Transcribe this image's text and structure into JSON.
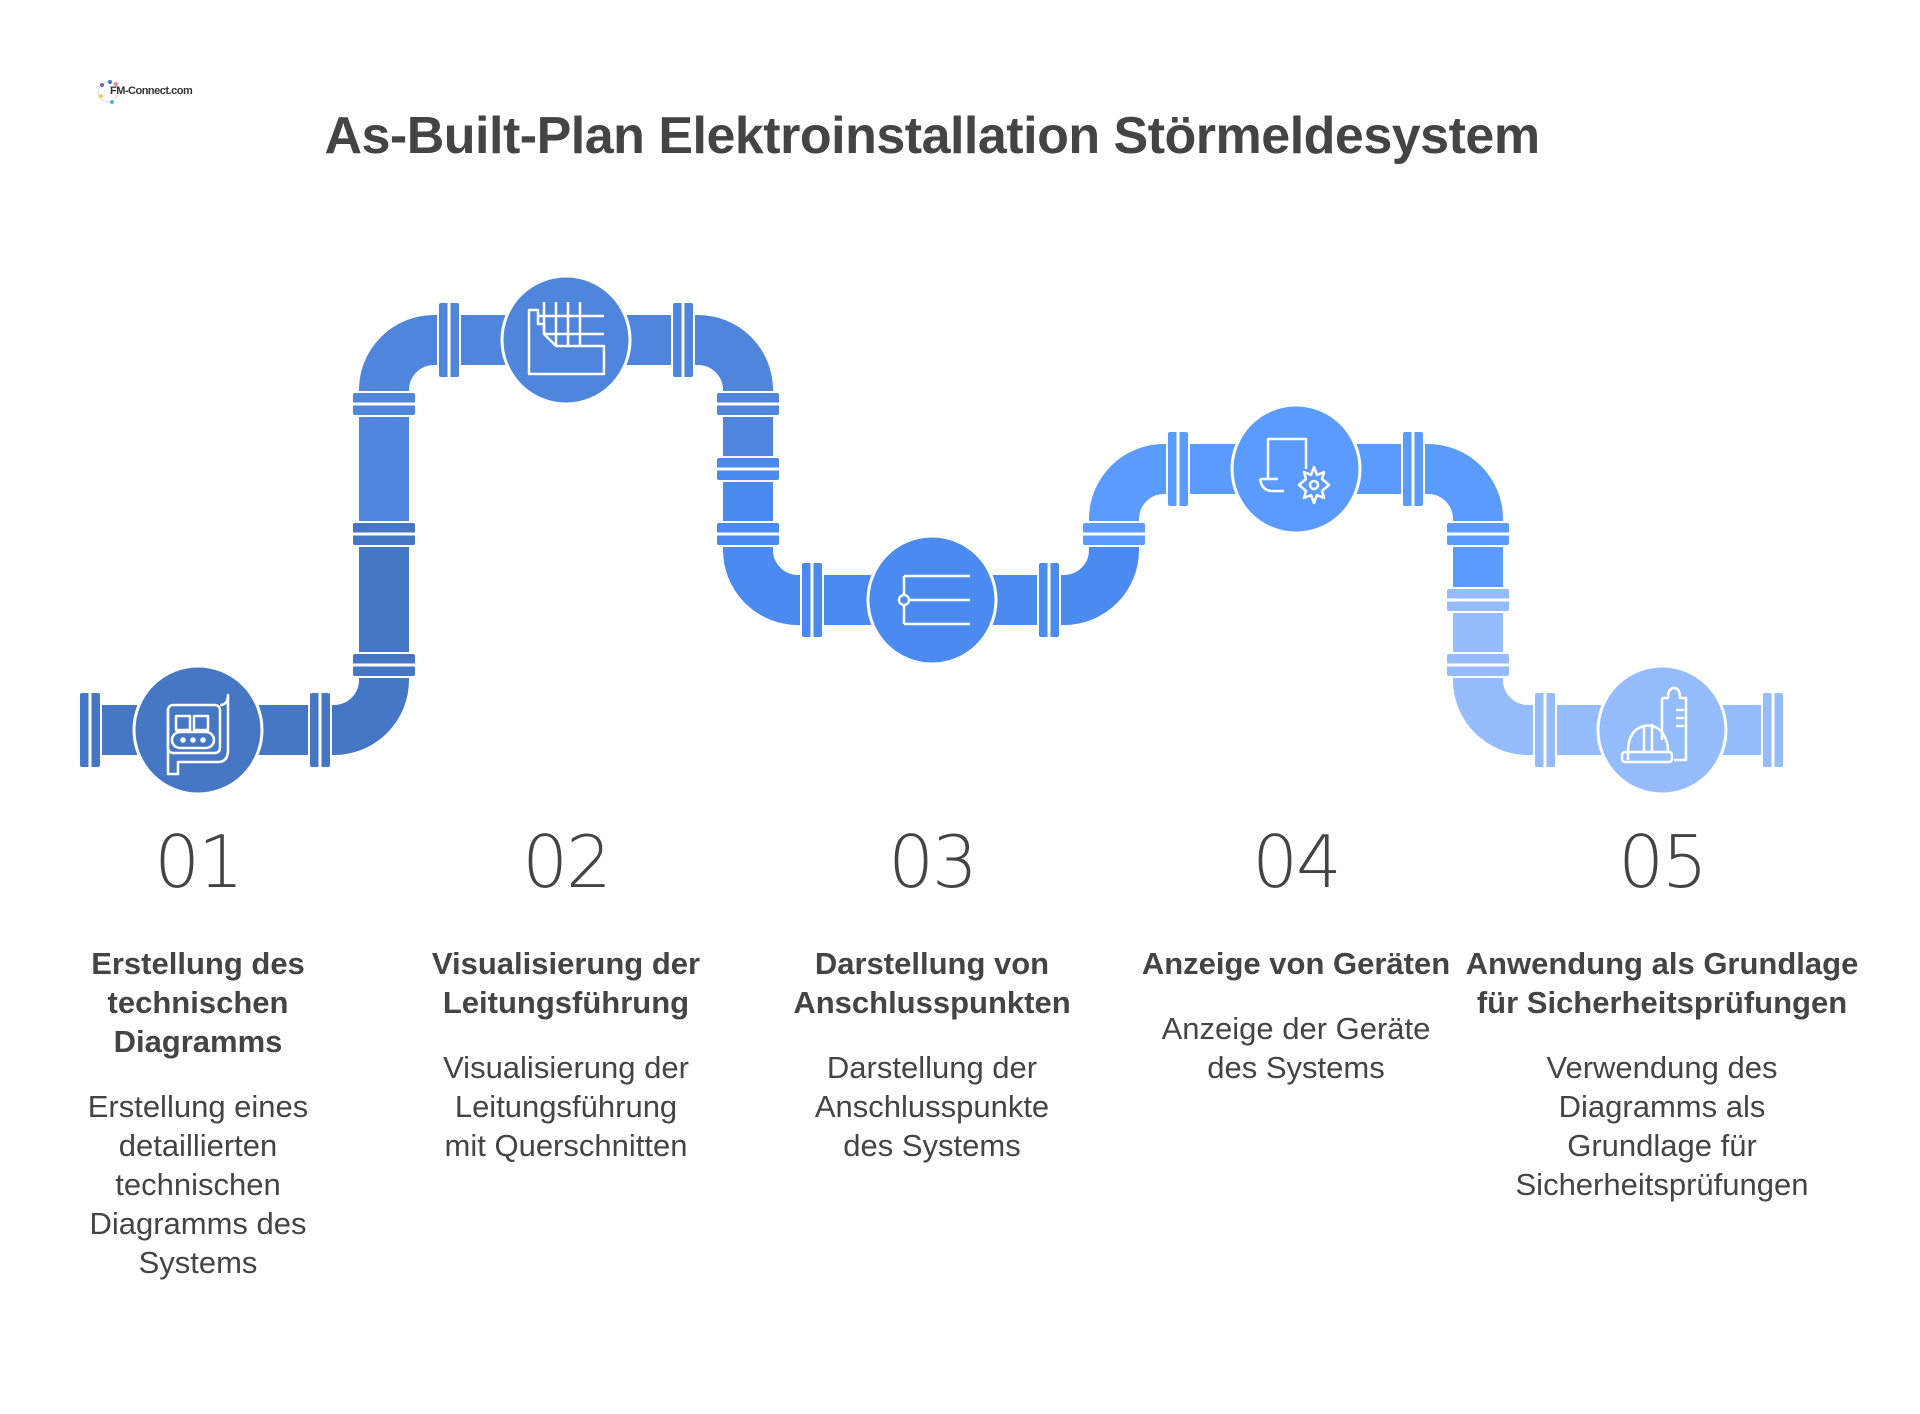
{
  "logo": {
    "text": "FM-Connect.com"
  },
  "title": "As-Built-Plan Elektroinstallation Störmeldesystem",
  "steps": [
    {
      "number": "01",
      "title": [
        "Erstellung des",
        "technischen",
        "Diagramms"
      ],
      "description": [
        "Erstellung eines",
        "detaillierten",
        "technischen",
        "Diagramms des",
        "Systems"
      ],
      "color": "#4677C4",
      "icon": "blueprint-icon"
    },
    {
      "number": "02",
      "title": [
        "Visualisierung der",
        "Leitungsführung"
      ],
      "description": [
        "Visualisierung der",
        "Leitungsführung",
        "mit Querschnitten"
      ],
      "color": "#4F86DC",
      "icon": "floor-plan-icon"
    },
    {
      "number": "03",
      "title": [
        "Darstellung von",
        "Anschlusspunkten"
      ],
      "description": [
        "Darstellung der",
        "Anschlusspunkte",
        "des Systems"
      ],
      "color": "#4B8AEF",
      "icon": "connection-point-icon"
    },
    {
      "number": "04",
      "title": [
        "Anzeige von Geräten"
      ],
      "description": [
        "Anzeige der Geräte",
        "des Systems"
      ],
      "color": "#5B9BFD",
      "icon": "device-settings-icon"
    },
    {
      "number": "05",
      "title": [
        "Anwendung als Grundlage",
        "für Sicherheitsprüfungen"
      ],
      "description": [
        "Verwendung des",
        "Diagramms als",
        "Grundlage für",
        "Sicherheitsprüfungen"
      ],
      "color": "#95BCFC",
      "icon": "safety-inspection-icon"
    }
  ]
}
